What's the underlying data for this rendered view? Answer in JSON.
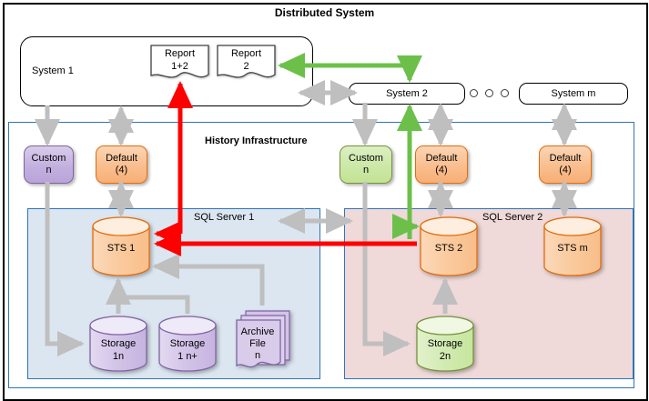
{
  "diagram": {
    "title": "Distributed System",
    "history_label": "History Infrastructure",
    "sql1_label": "SQL Server 1",
    "sql2_label": "SQL Server 2"
  },
  "systems": {
    "system1": "System 1",
    "system2": "System 2",
    "systemm": "System m",
    "ellipsis_count": 3
  },
  "reports": [
    {
      "line1": "Report",
      "line2": "1+2"
    },
    {
      "line1": "Report",
      "line2": "2"
    }
  ],
  "nodes": [
    {
      "line1": "Custom",
      "line2": "n",
      "color": "purple"
    },
    {
      "line1": "Default",
      "line2": "(4)",
      "color": "orange"
    },
    {
      "line1": "Custom",
      "line2": "n",
      "color": "green"
    },
    {
      "line1": "Default",
      "line2": "(4)",
      "color": "orange"
    },
    {
      "line1": "Default",
      "line2": "(4)",
      "color": "orange"
    }
  ],
  "cylinders": {
    "sts1": "STS 1",
    "sts2": "STS 2",
    "stsm": "STS m",
    "storage1n_l1": "Storage",
    "storage1n_l2": "1n",
    "storage1np_l1": "Storage",
    "storage1np_l2": "1 n+",
    "storage2n_l1": "Storage",
    "storage2n_l2": "2n"
  },
  "archive": {
    "line1": "Archive",
    "line2": "File",
    "line3": "n"
  },
  "colors": {
    "red_flow": "#FF0000",
    "green_flow": "#6CC04A",
    "gray_flow": "#BFBFBF",
    "frame_blue": "#2E75B6",
    "sql1_fill": "#DCE6F1",
    "sql2_fill": "#EFD9D9",
    "orange_fill": "#F9BE8E",
    "purple_fill": "#C3B0DF",
    "green_fill": "#CCE8A8"
  }
}
